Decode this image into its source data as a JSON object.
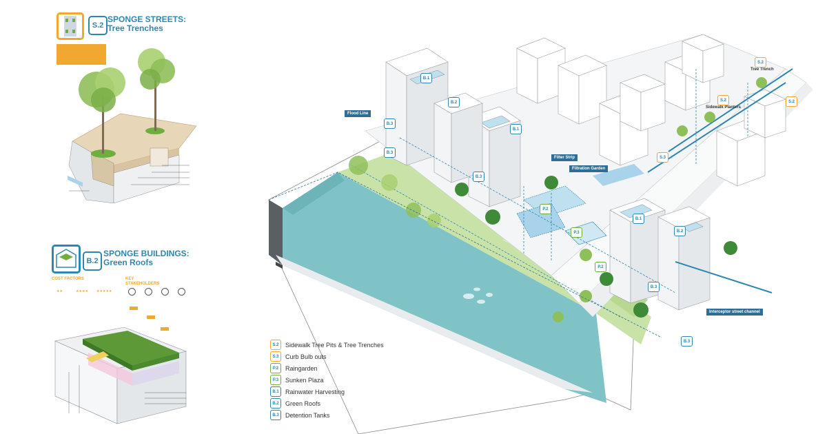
{
  "streets_panel": {
    "code": "S.2",
    "title": "SPONGE STREETS:",
    "subtitle": "Tree Trenches"
  },
  "buildings_panel": {
    "code": "B.2",
    "title": "SPONGE BUILDINGS:",
    "subtitle": "Green Roofs",
    "cost_factors_label": "COST FACTORS",
    "key_stakeholders_label": "KEY\nSTAKEHOLDERS"
  },
  "main": {
    "callouts": {
      "flood_line": "Flood Line",
      "filter_strip": "Filter Strip",
      "filtration_garden": "Filtration Garden",
      "interceptor": "Interceptor street channel"
    },
    "labels": {
      "tree_trench": "Tree Trench",
      "sidewalk_planters": "Sidewalk Planters"
    },
    "tags": {
      "s2_a": "S.2",
      "s2_b": "S.2",
      "s3": "S.3",
      "b1_a": "B.1",
      "b1_b": "B.1",
      "b1_c": "B.1",
      "b2_a": "B.2",
      "b2_b": "B.2",
      "b3_a": "B.3",
      "b3_b": "B.3",
      "b3_c": "B.3",
      "b3_d": "B.3",
      "b3_e": "B.3",
      "s2_c": "S.2",
      "p2_a": "P.2",
      "p2_b": "P.2",
      "p3": "P.3"
    }
  },
  "legend": [
    {
      "code": "S.2",
      "label": "Sidewalk Tree Pits & Tree Trenches",
      "style": "orange"
    },
    {
      "code": "S.3",
      "label": "Curb Bulb outs",
      "style": "orange"
    },
    {
      "code": "P.2",
      "label": "Raingarden",
      "style": "green"
    },
    {
      "code": "P.3",
      "label": "Sunken Plaza",
      "style": "green"
    },
    {
      "code": "B.1",
      "label": "Rainwater Harvesting",
      "style": "blue"
    },
    {
      "code": "B.2",
      "label": "Green Roofs",
      "style": "blue"
    },
    {
      "code": "B.3",
      "label": "Detention Tanks",
      "style": "blue"
    }
  ],
  "colors": {
    "accent_blue": "#2e87b3",
    "callout_blue": "#2e6e96",
    "accent_orange": "#f0a830",
    "accent_green": "#6fae3e",
    "water": "#7fc3c6",
    "grass": "#c8e2a8"
  }
}
